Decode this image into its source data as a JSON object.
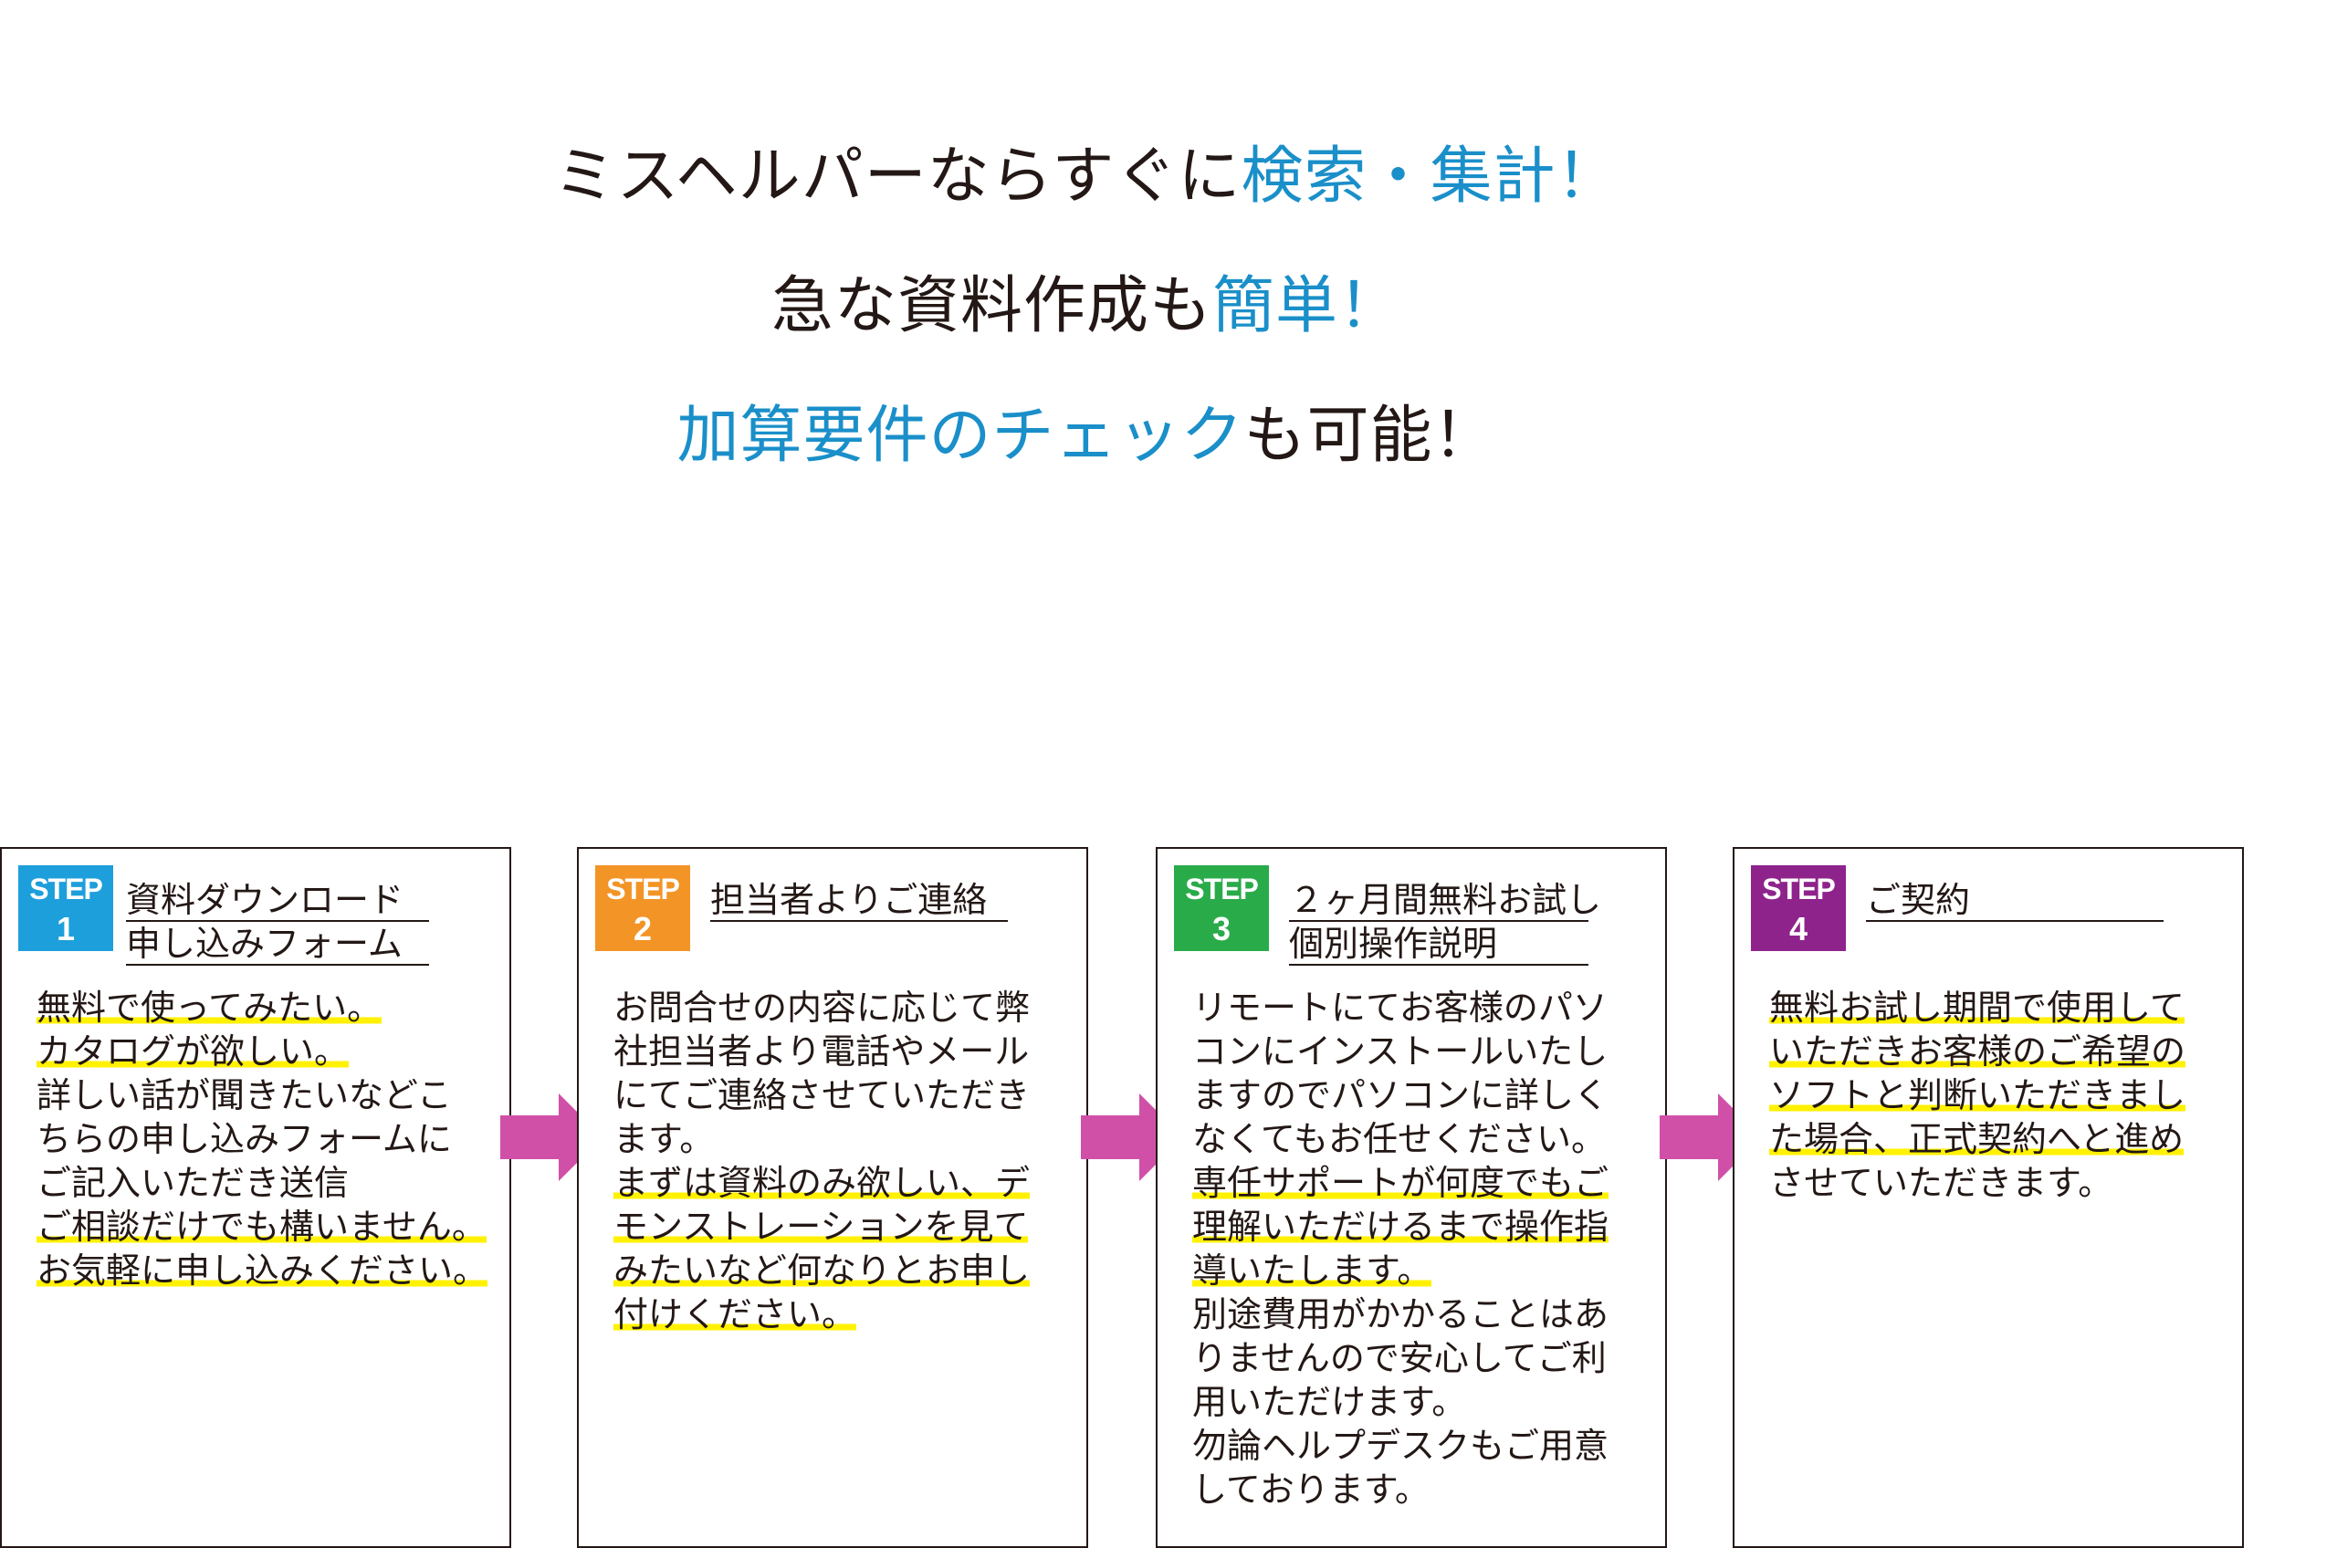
{
  "headline": {
    "line1": {
      "text": "ミスヘルパーならすぐに",
      "accent": "検索・集計！"
    },
    "line2": {
      "text": "急な資料作成も",
      "accent": "簡単！"
    },
    "line3": {
      "accent": "加算要件のチェック",
      "text": "も可能！"
    }
  },
  "colors": {
    "accent": "#1a8fc9",
    "highlight": "#fff100",
    "arrow": "#d050a8",
    "step1": "#1d9fdb",
    "step2": "#f39426",
    "step3": "#2aab4a",
    "step4": "#8e238c"
  },
  "steps": [
    {
      "label": "STEP",
      "number": "1",
      "title": [
        "資料ダウンロード",
        "申し込みフォーム"
      ],
      "lines": [
        {
          "text": "無料で使ってみたい。",
          "highlight": true
        },
        {
          "text": "カタログが欲しい。",
          "highlight": true
        },
        {
          "text": "詳しい話が聞きたいなどこ",
          "highlight": false
        },
        {
          "text": "ちらの申し込みフォームに",
          "highlight": false
        },
        {
          "text": "ご記入いただき送信",
          "highlight": false
        },
        {
          "text": "ご相談だけでも構いません。",
          "highlight": true
        },
        {
          "text": "お気軽に申し込みください。",
          "highlight": true
        }
      ]
    },
    {
      "label": "STEP",
      "number": "2",
      "title": [
        "担当者よりご連絡"
      ],
      "lines": [
        {
          "text": "お問合せの内容に応じて弊",
          "highlight": false
        },
        {
          "text": "社担当者より電話やメール",
          "highlight": false
        },
        {
          "text": "にてご連絡させていただき",
          "highlight": false
        },
        {
          "text": "ます。",
          "highlight": false
        },
        {
          "text": "まずは資料のみ欲しい、デ",
          "highlight": true
        },
        {
          "text": "モンストレーションを見て",
          "highlight": true
        },
        {
          "text": "みたいなど何なりとお申し",
          "highlight": true
        },
        {
          "text": "付けください。",
          "highlight": true
        }
      ]
    },
    {
      "label": "STEP",
      "number": "3",
      "title": [
        "２ヶ月間無料お試し",
        "個別操作説明"
      ],
      "lines": [
        {
          "text": "リモートにてお客様のパソ",
          "highlight": false
        },
        {
          "text": "コンにインストールいたし",
          "highlight": false
        },
        {
          "text": "ますのでパソコンに詳しく",
          "highlight": false
        },
        {
          "text": "なくてもお任せください。",
          "highlight": false
        },
        {
          "text": "専任サポートが何度でもご",
          "highlight": true
        },
        {
          "text": "理解いただけるまで操作指",
          "highlight": true
        },
        {
          "text": "導いたします。",
          "highlight": true
        },
        {
          "text": "別途費用がかかることはあ",
          "highlight": false
        },
        {
          "text": "りませんので安心してご利",
          "highlight": false
        },
        {
          "text": "用いただけます。",
          "highlight": false
        },
        {
          "text": "勿論ヘルプデスクもご用意",
          "highlight": false
        },
        {
          "text": "しております。",
          "highlight": false
        }
      ]
    },
    {
      "label": "STEP",
      "number": "4",
      "title": [
        "ご契約"
      ],
      "lines": [
        {
          "text": "無料お試し期間で使用して",
          "highlight": true
        },
        {
          "text": "いただきお客様のご希望の",
          "highlight": true
        },
        {
          "text": "ソフトと判断いただきまし",
          "highlight": true
        },
        {
          "text": "た場合、正式契約へと進め",
          "highlight": true
        },
        {
          "text": "させていただきます。",
          "highlight": false
        }
      ]
    }
  ]
}
